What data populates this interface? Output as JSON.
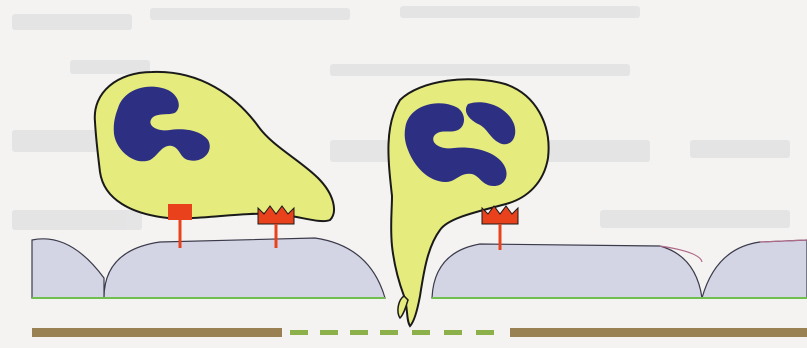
{
  "diagram": {
    "colors": {
      "background": "#f4f3f1",
      "ghost_text": "#d4d4d8",
      "cell_body": "#e5ec7d",
      "nucleus": "#2c2f82",
      "outline": "#1a1a1a",
      "endothelium": "#d4d5e4",
      "receptor": "#e8411c",
      "basement_line": "#6fbf4c",
      "basement_membrane": "#9a8153"
    },
    "icons": [
      "leukocyte-rolling",
      "leukocyte-adhering",
      "leukocyte-transmigrating",
      "adhesion-molecule",
      "endothelial-cell",
      "basement-membrane"
    ]
  }
}
